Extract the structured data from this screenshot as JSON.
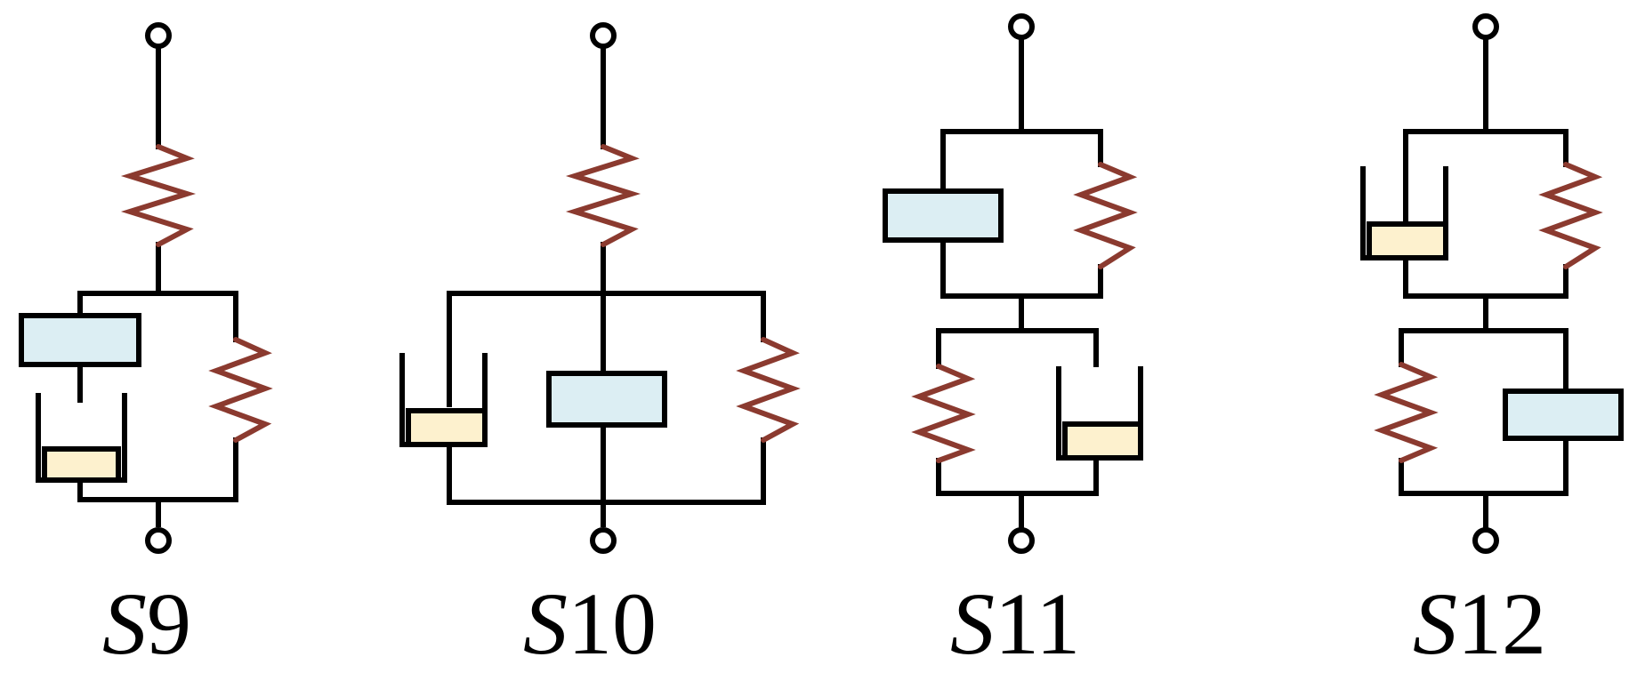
{
  "colors": {
    "wire": "#000000",
    "spring": "#8B3A2F",
    "element_box": "#DCEEF3",
    "dashpot_piston": "#FDF1CE"
  },
  "models": [
    {
      "label_prefix": "S",
      "label_number": "9"
    },
    {
      "label_prefix": "S",
      "label_number": "10"
    },
    {
      "label_prefix": "S",
      "label_number": "11"
    },
    {
      "label_prefix": "S",
      "label_number": "12"
    }
  ]
}
